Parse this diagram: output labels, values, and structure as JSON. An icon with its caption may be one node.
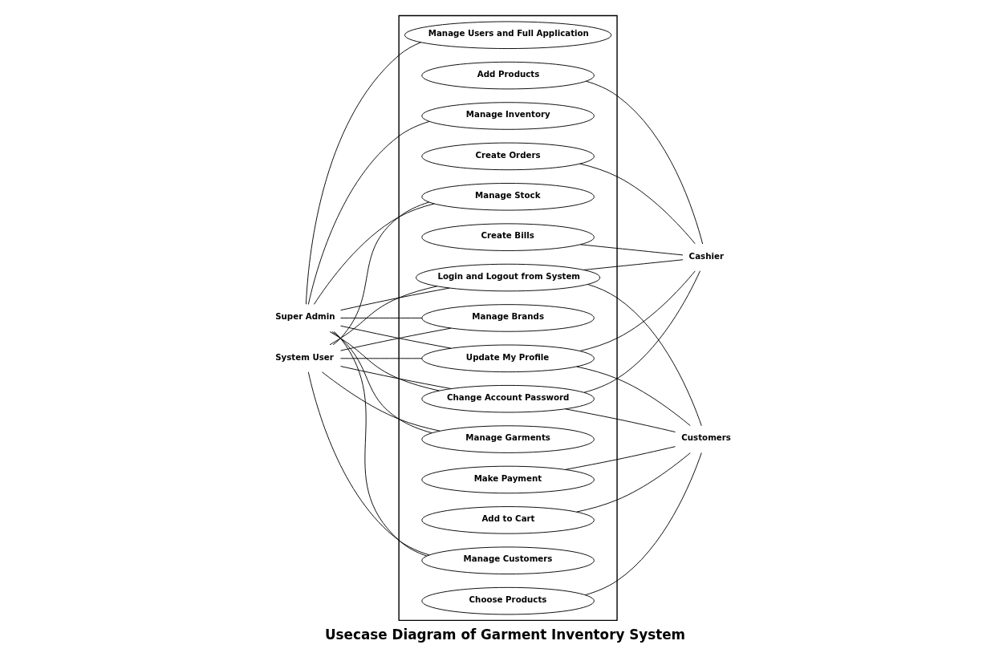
{
  "diagram": {
    "title": "Usecase Diagram of Garment Inventory System",
    "nodes": [
      {
        "text": [
          "Super Admin"
        ]
      },
      {
        "text": [],
        "shape": "box"
      },
      {
        "text": [
          "Manage Users and Full Application"
        ],
        "in": 1
      },
      {
        "text": [
          "Add Products"
        ],
        "in": 1
      },
      {
        "text": [
          "Manage Brands"
        ],
        "in": 1
      },
      {
        "text": [
          "Create Orders"
        ],
        "in": 1
      },
      {
        "text": [
          "Manage Inventory"
        ],
        "in": 1
      },
      {
        "text": [
          "Create Bills"
        ],
        "in": 1
      },
      {
        "text": [
          "Login and Logout from System"
        ],
        "in": 1
      },
      {
        "text": [
          "Update My Profile"
        ],
        "in": 1
      },
      {
        "text": [
          "Change Account Password"
        ],
        "in": 1
      },
      {
        "text": [
          "Manage Customers"
        ],
        "in": 1
      },
      {
        "text": [
          "Choose Products"
        ],
        "in": 1
      },
      {
        "text": [
          "Manage Stock"
        ],
        "in": 1
      },
      {
        "text": [
          "Add to Cart"
        ],
        "in": 1
      },
      {
        "text": [
          "Manage Garments"
        ],
        "in": 1
      },
      {
        "text": [
          "Make Payment"
        ],
        "in": 1
      },
      {
        "text": [
          "Cashier"
        ]
      },
      {
        "text": [
          "System User"
        ]
      },
      {
        "text": [
          "Customers"
        ]
      }
    ],
    "edges": [
      {
        "from": 0,
        "to": 2,
        "arrow": "none"
      },
      {
        "from": 0,
        "to": 4,
        "arrow": "none"
      },
      {
        "from": 0,
        "to": 6,
        "arrow": "none"
      },
      {
        "from": 0,
        "to": 8,
        "arrow": "none"
      },
      {
        "from": 0,
        "to": 9,
        "arrow": "none"
      },
      {
        "from": 0,
        "to": 10,
        "arrow": "none"
      },
      {
        "from": 0,
        "to": 11,
        "arrow": "none"
      },
      {
        "from": 0,
        "to": 13,
        "arrow": "none"
      },
      {
        "from": 0,
        "to": 15,
        "arrow": "none"
      },
      {
        "from": 18,
        "to": 4,
        "arrow": "none"
      },
      {
        "from": 18,
        "to": 8,
        "arrow": "none"
      },
      {
        "from": 18,
        "to": 9,
        "arrow": "none"
      },
      {
        "from": 18,
        "to": 10,
        "arrow": "none"
      },
      {
        "from": 18,
        "to": 11,
        "arrow": "none"
      },
      {
        "from": 18,
        "to": 13,
        "arrow": "none"
      },
      {
        "from": 18,
        "to": 15,
        "arrow": "none"
      },
      {
        "from": 3,
        "to": 17,
        "arrow": "none"
      },
      {
        "from": 5,
        "to": 17,
        "arrow": "none"
      },
      {
        "from": 7,
        "to": 17,
        "arrow": "none"
      },
      {
        "from": 8,
        "to": 17,
        "arrow": "none"
      },
      {
        "from": 9,
        "to": 17,
        "arrow": "none"
      },
      {
        "from": 10,
        "to": 17,
        "arrow": "none"
      },
      {
        "from": 8,
        "to": 19,
        "arrow": "none"
      },
      {
        "from": 9,
        "to": 19,
        "arrow": "none"
      },
      {
        "from": 10,
        "to": 19,
        "arrow": "none"
      },
      {
        "from": 12,
        "to": 19,
        "arrow": "none"
      },
      {
        "from": 14,
        "to": 19,
        "arrow": "none"
      },
      {
        "from": 16,
        "to": 19,
        "arrow": "none"
      }
    ]
  }
}
